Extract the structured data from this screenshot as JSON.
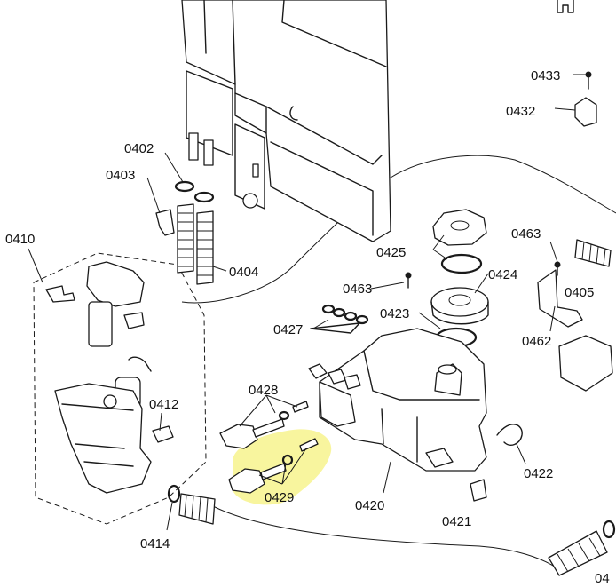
{
  "labels": {
    "p0402": "0402",
    "p0403": "0403",
    "p0404": "0404",
    "p0410": "0410",
    "p0412": "0412",
    "p0414": "0414",
    "p0420": "0420",
    "p0421": "0421",
    "p0422": "0422",
    "p0423": "0423",
    "p0424": "0424",
    "p0425": "0425",
    "p0427": "0427",
    "p0428": "0428",
    "p0429": "0429",
    "p0432": "0432",
    "p0433": "0433",
    "p0405": "0405",
    "p0462": "0462",
    "p0463a": "0463",
    "p0463b": "0463",
    "p04": "04"
  },
  "highlight_color": "#f7f38d"
}
